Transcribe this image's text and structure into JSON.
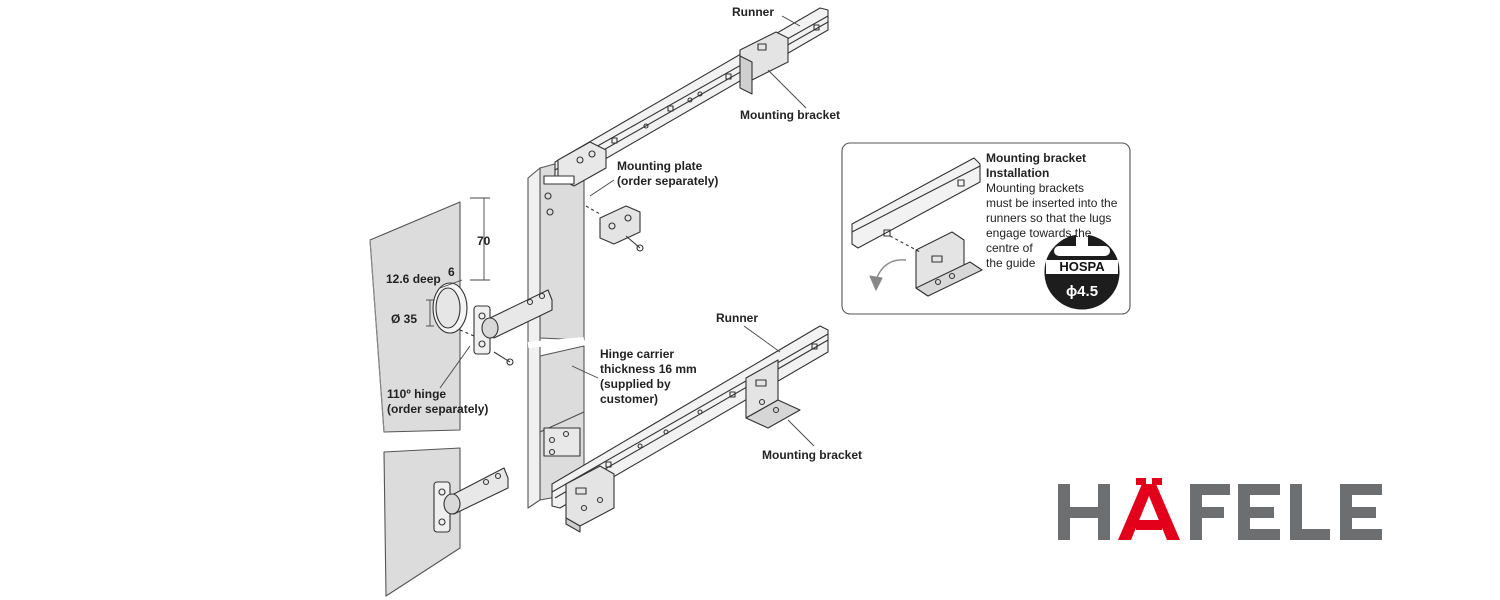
{
  "labels": {
    "runner_top": "Runner",
    "mounting_bracket_top": "Mounting bracket",
    "mounting_plate_line1": "Mounting plate",
    "mounting_plate_line2": "(order separately)",
    "dim_70": "70",
    "dim_6": "6",
    "depth": "12.6 deep",
    "diameter": "Ø 35",
    "hinge_line1": "110º hinge",
    "hinge_line2": "(order separately)",
    "hinge_carrier_line1": "Hinge carrier",
    "hinge_carrier_line2": "thickness 16 mm",
    "hinge_carrier_line3": "(supplied by",
    "hinge_carrier_line4": "customer)",
    "runner_bottom": "Runner",
    "mounting_bracket_bottom": "Mounting bracket"
  },
  "inset": {
    "title_line1": "Mounting bracket",
    "title_line2": "Installation",
    "text_lines": [
      "Mounting brackets",
      "must be inserted into the",
      "runners so that the lugs",
      "engage towards the",
      "centre of",
      "the guide"
    ],
    "hospa_label": "HOSPA",
    "hospa_size": "ϕ4.5"
  },
  "brand": {
    "name": "HÄFELE",
    "gray_color": "#6d6e70",
    "red_color": "#e2001a"
  }
}
